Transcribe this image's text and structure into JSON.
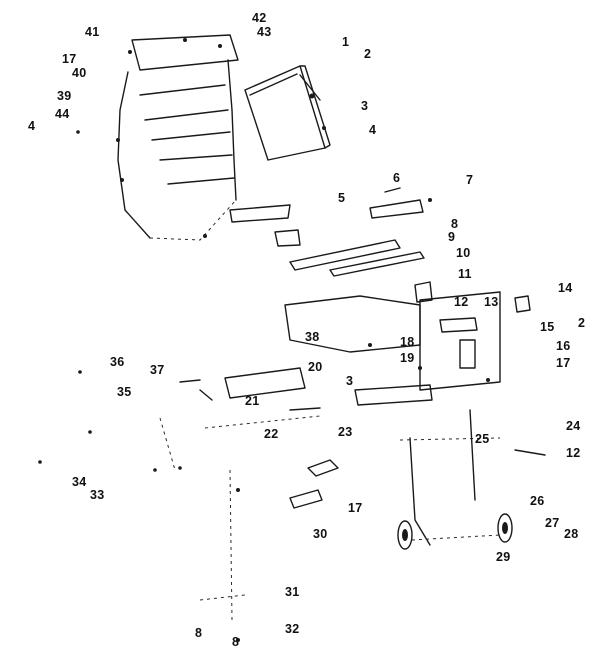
{
  "diagram": {
    "callouts": [
      "41",
      "42",
      "43",
      "1",
      "2",
      "17",
      "40",
      "39",
      "3",
      "44",
      "4",
      "4",
      "5",
      "6",
      "7",
      "8",
      "9",
      "10",
      "11",
      "12",
      "13",
      "14",
      "15",
      "2",
      "16",
      "17",
      "38",
      "18",
      "19",
      "36",
      "37",
      "20",
      "3",
      "35",
      "21",
      "22",
      "23",
      "24",
      "25",
      "12",
      "34",
      "33",
      "17",
      "26",
      "30",
      "27",
      "28",
      "29",
      "31",
      "32",
      "8",
      "8"
    ]
  }
}
